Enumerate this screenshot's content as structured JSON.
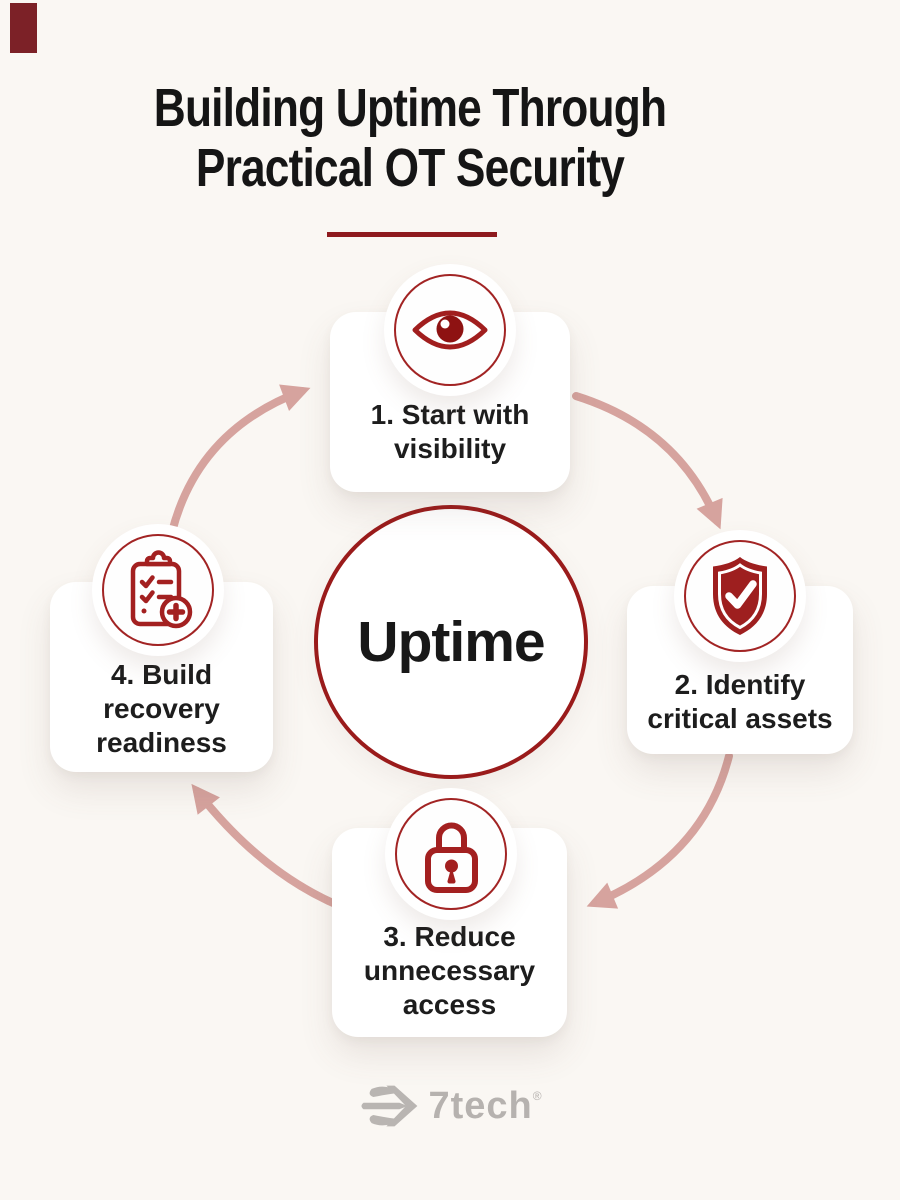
{
  "page": {
    "background": "#faf7f3"
  },
  "corner_mark": {
    "color": "#7c2127"
  },
  "title": {
    "line1": "Building Uptime Through",
    "line2": "Practical OT Security",
    "color": "#151515",
    "underline_color": "#8e1a1e"
  },
  "center": {
    "label": "Uptime",
    "ring_color": "#9a1b1b"
  },
  "steps": [
    {
      "number": "1",
      "icon": "eye-icon",
      "lines": [
        "1. Start with",
        "visibility"
      ]
    },
    {
      "number": "2",
      "icon": "shield-check-icon",
      "lines": [
        "2. Identify",
        "critical assets"
      ]
    },
    {
      "number": "3",
      "icon": "padlock-icon",
      "lines": [
        "3. Reduce",
        "unnecessary",
        "access"
      ]
    },
    {
      "number": "4",
      "icon": "clipboard-checklist-icon",
      "lines": [
        "4. Build",
        "recovery",
        "readiness"
      ]
    }
  ],
  "colors": {
    "accent": "#9e2020",
    "accent_dark": "#8e1a1e",
    "arrow": "#d6a39e",
    "card_text": "#1d1d1d",
    "logo_gray": "#b6b2af"
  },
  "logo": {
    "text": "7tech",
    "registered": "®"
  }
}
